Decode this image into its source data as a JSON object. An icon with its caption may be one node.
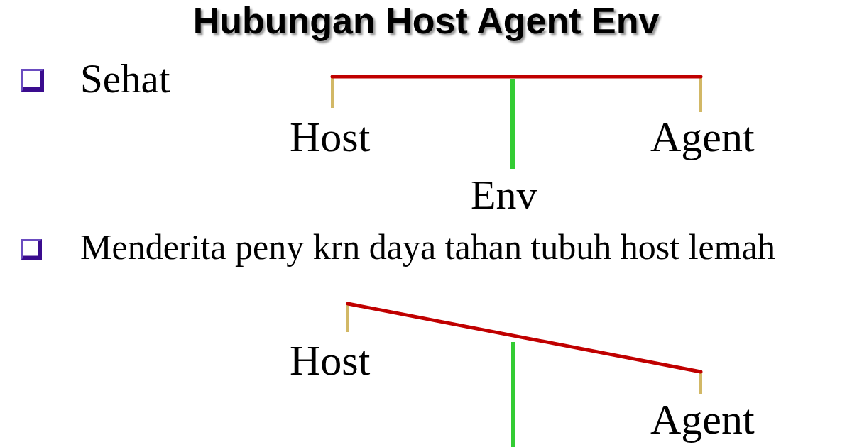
{
  "diagram": {
    "title": "Hubungan Host Agent Env",
    "labels": [
      "Sehat",
      "Host",
      "Agent",
      "Env",
      "Menderita peny krn daya tahan tubuh host lemah",
      "Host",
      "Agent"
    ]
  }
}
